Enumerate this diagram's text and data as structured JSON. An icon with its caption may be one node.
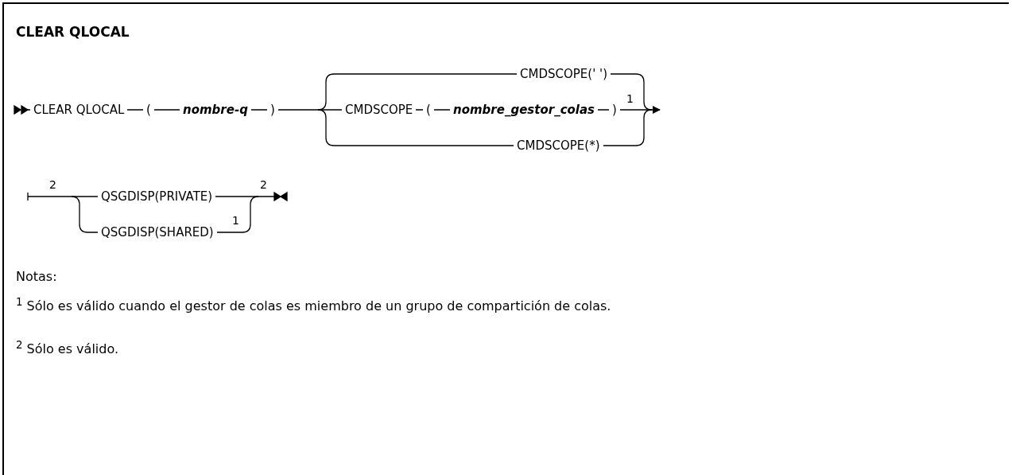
{
  "diagram": {
    "title": "CLEAR QLOCAL",
    "labels": [
      "CMDSCOPE(' ')",
      "CLEAR QLOCAL",
      "(",
      "nombre-q",
      ")",
      "CMDSCOPE",
      "(",
      "nombre_gestor_colas",
      ")",
      "1",
      "CMDSCOPE(*)",
      "2",
      "QSGDISP(PRIVATE)",
      "2",
      "QSGDISP(SHARED)",
      "1",
      "Notas:",
      "$^{1}$ Sólo es válido cuando el gestor de colas es miembro de un grupo de compartición de colas.",
      "$^{2}$ Sólo es válido."
    ]
  }
}
